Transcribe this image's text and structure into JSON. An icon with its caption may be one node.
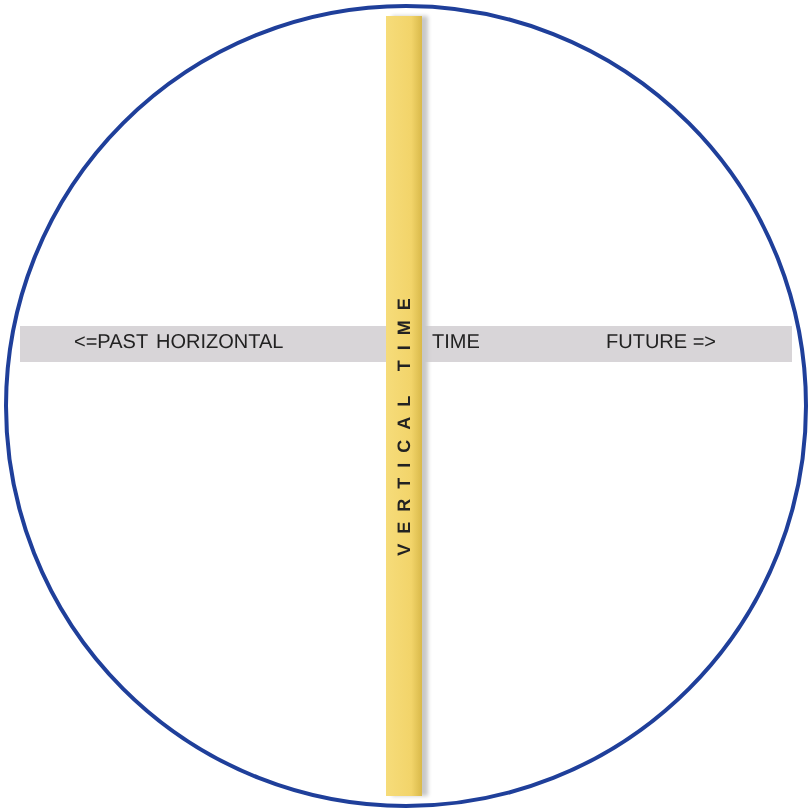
{
  "diagram": {
    "nodes": [
      {
        "text": [],
        "shape": "circle"
      },
      {
        "text": [
          "<=PAST",
          "HORIZONTAL",
          "TIME",
          "FUTURE =>"
        ],
        "in": 0
      },
      {
        "text": [
          "VERTICAL TIME"
        ],
        "in": 0
      }
    ]
  }
}
